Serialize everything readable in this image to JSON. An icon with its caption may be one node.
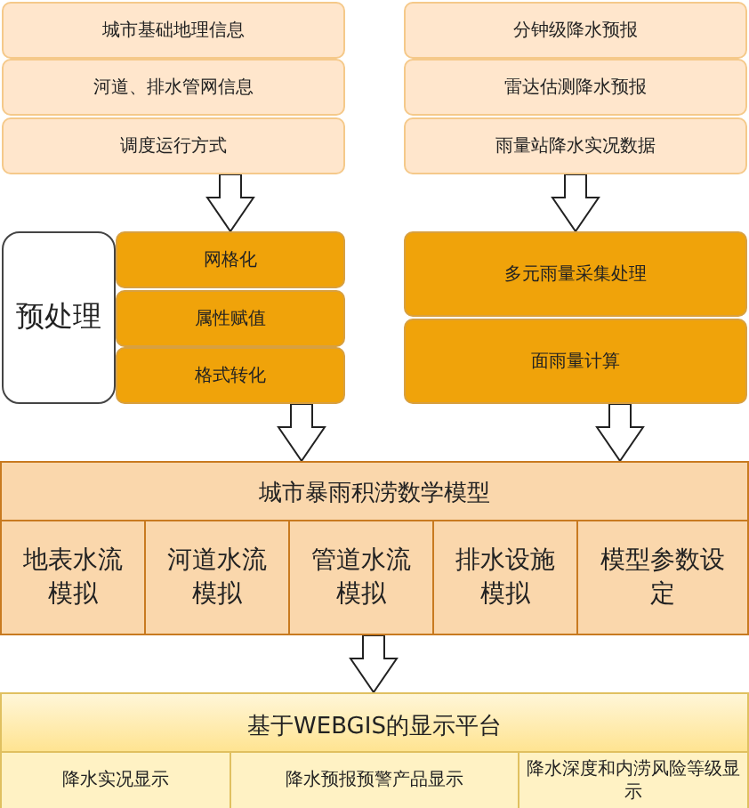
{
  "diagram": {
    "nodes": [
      {
        "text": [
          "城市基础地理信息"
        ]
      },
      {
        "text": [
          "河道、排水管网信息"
        ]
      },
      {
        "text": [
          "调度运行方式"
        ]
      },
      {
        "text": [
          "分钟级降水预报"
        ]
      },
      {
        "text": [
          "雷达估测降水预报"
        ]
      },
      {
        "text": [
          "雨量站降水实况数据"
        ]
      },
      {
        "text": [
          "预处理"
        ]
      },
      {
        "text": [
          "网格化"
        ]
      },
      {
        "text": [
          "属性赋值"
        ]
      },
      {
        "text": [
          "格式转化"
        ]
      },
      {
        "text": [
          "多元雨量采集处理"
        ]
      },
      {
        "text": [
          "面雨量计算"
        ]
      },
      {
        "text": [
          "城市暴雨积涝数学模型"
        ]
      },
      {
        "text": [
          "地表水流模拟"
        ],
        "in": 12
      },
      {
        "text": [
          "河道水流模拟"
        ],
        "in": 12
      },
      {
        "text": [
          "管道水流模拟"
        ],
        "in": 12
      },
      {
        "text": [
          "排水设施模拟"
        ],
        "in": 12
      },
      {
        "text": [
          "模型参数设定"
        ],
        "in": 12
      },
      {
        "text": [
          "基于WEBGIS的显示平台"
        ]
      },
      {
        "text": [
          "降水实况显示"
        ],
        "in": 18
      },
      {
        "text": [
          "降水预报预警产品显示"
        ],
        "in": 18
      },
      {
        "text": [
          "降水深度和内涝风险等级显示"
        ],
        "in": 18
      }
    ],
    "edges": [
      {
        "from": 2,
        "to": 7,
        "arrow": "to"
      },
      {
        "from": 5,
        "to": 10,
        "arrow": "to"
      },
      {
        "from": 9,
        "to": 12,
        "arrow": "to"
      },
      {
        "from": 11,
        "to": 12,
        "arrow": "to"
      },
      {
        "from": 12,
        "to": 18,
        "arrow": "to"
      }
    ]
  }
}
